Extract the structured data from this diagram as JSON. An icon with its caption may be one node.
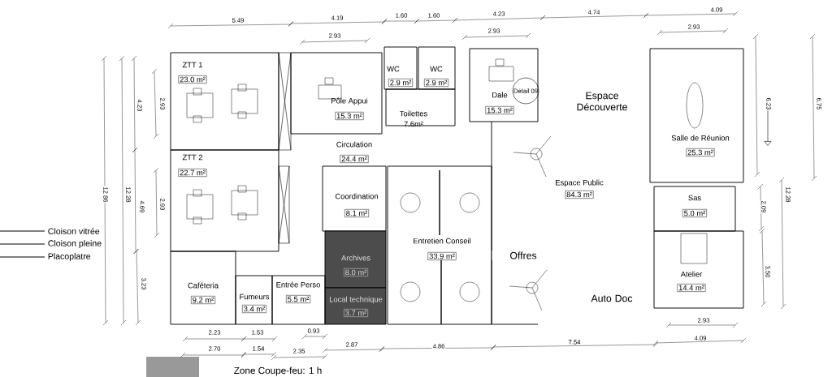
{
  "diagram": {
    "nodes": [
      {
        "text": [
          "ZTT 1",
          "23.0 m²"
        ]
      },
      {
        "text": [
          "Pôle Appui",
          "15.3 m²"
        ]
      },
      {
        "text": [
          "WC",
          "2.9 m²"
        ]
      },
      {
        "text": [
          "WC",
          "2.9 m²"
        ]
      },
      {
        "text": [
          "Toilettes",
          "7.6m²"
        ]
      },
      {
        "text": [
          "Dale",
          "15.3 m²"
        ]
      },
      {
        "text": [
          "Détail 09"
        ],
        "in": 5
      },
      {
        "text": [
          "Espace Public",
          "84.3 m²"
        ]
      },
      {
        "text": [
          "Salle de Réunion",
          "25.3 m²"
        ]
      },
      {
        "text": [
          "Circulation",
          "24.4 m²"
        ]
      },
      {
        "text": [
          "ZTT 2",
          "22.7 m²"
        ]
      },
      {
        "text": [
          "Coordination",
          "8.1 m²"
        ]
      },
      {
        "text": [
          "Archives",
          "8.0 m²"
        ]
      },
      {
        "text": [
          "Local technique",
          "3.7 m²"
        ]
      },
      {
        "text": [
          "Entretien Conseil",
          "33.9 m²"
        ]
      },
      {
        "text": [
          "Sas",
          "5.0 m²"
        ]
      },
      {
        "text": [
          "Atelier",
          "14.4 m²"
        ]
      },
      {
        "text": [
          "Caféteria",
          "9.2 m²"
        ]
      },
      {
        "text": [
          "Fumeurs",
          "3.4 m²"
        ]
      },
      {
        "text": [
          "Entrée Perso",
          "5.5 m²"
        ]
      }
    ],
    "labels": [
      "5.49",
      "4.19",
      "1.60",
      "1.60",
      "4.23",
      "4.74",
      "4.09",
      "2.93",
      "2.93",
      "2.93",
      "12.86",
      "12.28",
      "4.23",
      "2.93",
      "4.69",
      "2.93",
      "3.23",
      "6.23",
      "6.75",
      "12.28",
      "2.09",
      "3.50",
      "Espace Découverte",
      "Offres",
      "Auto Doc",
      "2.23",
      "1.53",
      "0.93",
      "2.93",
      "2.70",
      "1.54",
      "2.35",
      "2.87",
      "4.86",
      "7.54",
      "4.09",
      "Zone Coupe-feu: 1 h"
    ],
    "legend": [
      {
        "text": "Cloison vitrée"
      },
      {
        "text": "Cloison pleine"
      },
      {
        "text": "Placoplatre"
      }
    ]
  }
}
